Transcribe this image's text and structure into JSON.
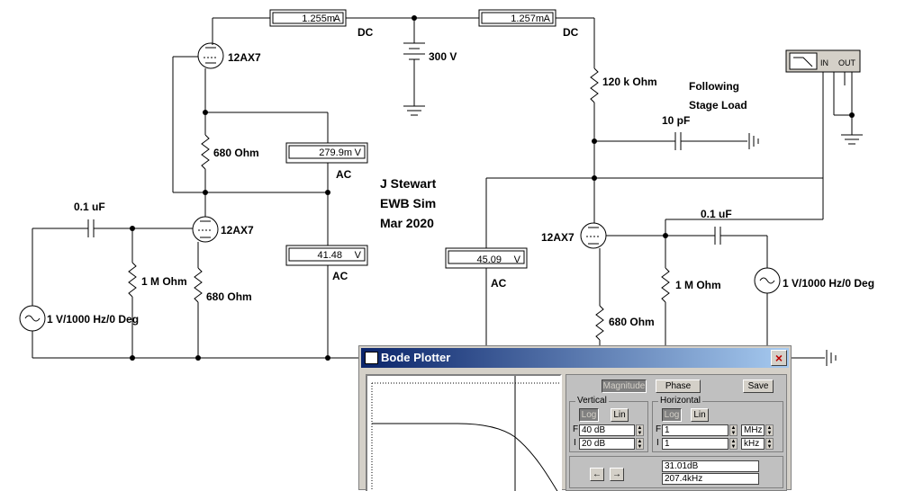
{
  "meters": {
    "dc_top_left": {
      "reading": "1.255m",
      "unit": "A"
    },
    "dc_top_right": {
      "reading": "1.257m",
      "unit": "A"
    },
    "ac_mid": {
      "reading": "279.9m",
      "unit": "V"
    },
    "ac_low": {
      "reading": "41.48",
      "unit": "V"
    },
    "ac_right": {
      "reading": "45.09",
      "unit": "V"
    }
  },
  "labels": {
    "dc1": "DC",
    "dc2": "DC",
    "ac1": "AC",
    "ac2": "AC",
    "ac3": "AC",
    "supply": "300 V",
    "tube_top": "12AX7",
    "tube_left": "12AX7",
    "tube_right": "12AX7",
    "r_plate_left": "680  Ohm",
    "r_cath_left": "680  Ohm",
    "r_cath_right": "680  Ohm",
    "r_grid_left": "1 M Ohm",
    "r_grid_right": "1 M Ohm",
    "r_load": "120 k Ohm",
    "cap_left": "0.1 uF",
    "cap_right": "0.1 uF",
    "cap_load": "10 pF",
    "src_left": "1 V/1000 Hz/0 Deg",
    "src_right": "1 V/1000 Hz/0 Deg",
    "following_1": "Following",
    "following_2": "Stage Load",
    "bode_in": "IN",
    "bode_out": "OUT"
  },
  "author": {
    "line1": "J Stewart",
    "line2": "EWB Sim",
    "line3": "Mar 2020"
  },
  "bode": {
    "title": "Bode Plotter",
    "close": "×",
    "magnitude": "Magnitude",
    "phase": "Phase",
    "save": "Save",
    "vertical": "Vertical",
    "horizontal": "Horizontal",
    "log": "Log",
    "lin": "Lin",
    "v_f": "40 dB",
    "v_i": "20 dB",
    "h_f": "1",
    "h_i": "1",
    "h_f_unit": "MHz",
    "h_i_unit": "kHz",
    "f_letter": "F",
    "i_letter": "I",
    "readout_db": "31.01dB",
    "readout_freq": "207.4kHz",
    "arrow_left": "←",
    "arrow_right": "→"
  }
}
